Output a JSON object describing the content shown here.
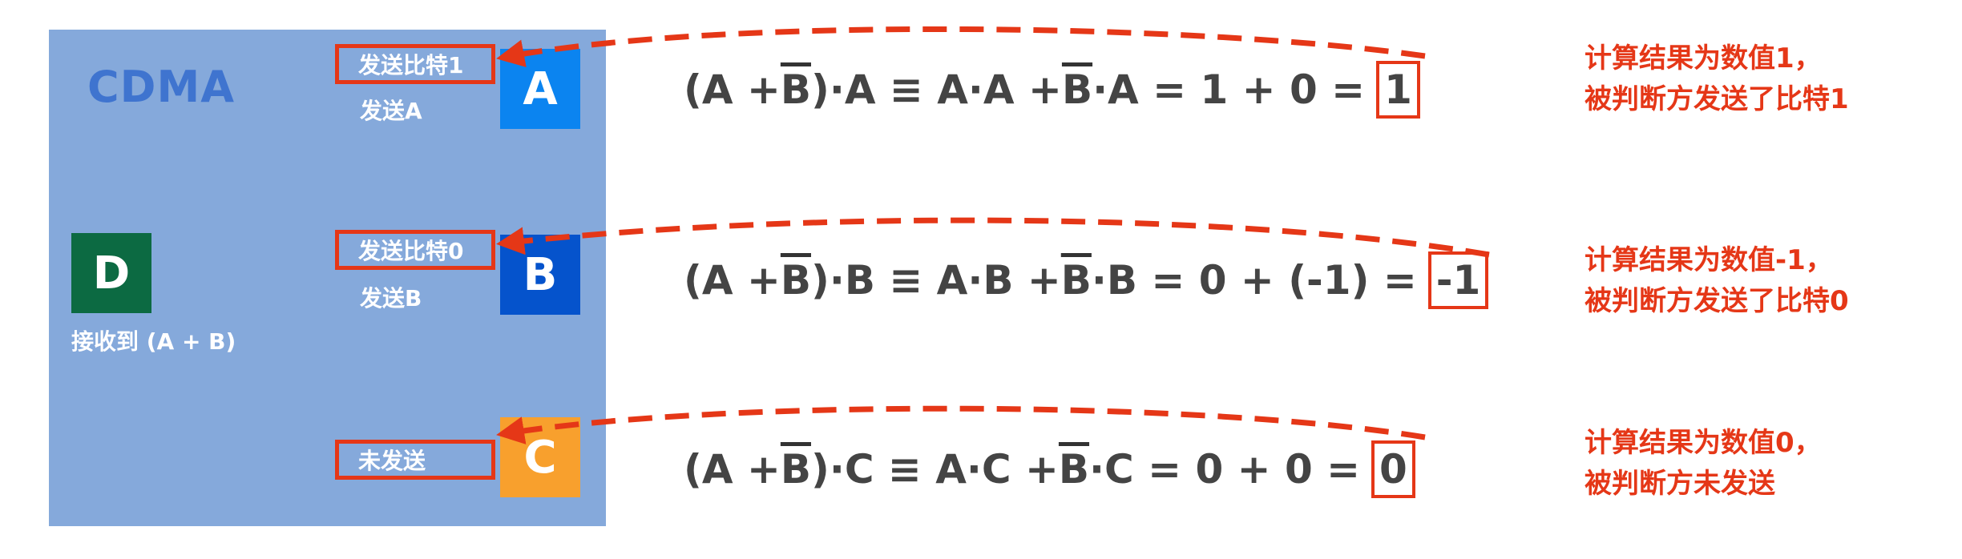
{
  "panel": {
    "title": "CDMA",
    "stations": [
      {
        "letter": "A",
        "box_label": "发送比特1",
        "note": "发送A"
      },
      {
        "letter": "B",
        "box_label": "发送比特0",
        "note": "发送B"
      },
      {
        "letter": "C",
        "box_label": "未发送",
        "note": ""
      }
    ],
    "receiver": {
      "letter": "D",
      "label": "接收到 (A + B)"
    }
  },
  "equations": [
    {
      "lhs_open": "(A + ",
      "lhs_bar": "B",
      "lhs_close": ")·A ≡ A·A + ",
      "mid_bar": "B",
      "rhs": "·A = 1 + 0 =",
      "result": "1"
    },
    {
      "lhs_open": "(A + ",
      "lhs_bar": "B",
      "lhs_close": ")·B ≡ A·B + ",
      "mid_bar": "B",
      "rhs": "·B = 0 + (-1) =",
      "result": "-1"
    },
    {
      "lhs_open": "(A + ",
      "lhs_bar": "B",
      "lhs_close": ")·C ≡ A·C + ",
      "mid_bar": "B",
      "rhs": "·C = 0 + 0 =",
      "result": "0"
    }
  ],
  "results": [
    {
      "line1": "计算结果为数值1，",
      "line2": "被判断方发送了比特1"
    },
    {
      "line1": "计算结果为数值-1，",
      "line2": "被判断方发送了比特0"
    },
    {
      "line1": "计算结果为数值0，",
      "line2": "被判断方未发送"
    }
  ],
  "colors": {
    "panel": "#85a9db",
    "accent_red": "#e53717",
    "station_a": "#0b84f0",
    "station_b": "#0553cc",
    "station_c": "#f8a02d",
    "station_d": "#0c6a42"
  }
}
